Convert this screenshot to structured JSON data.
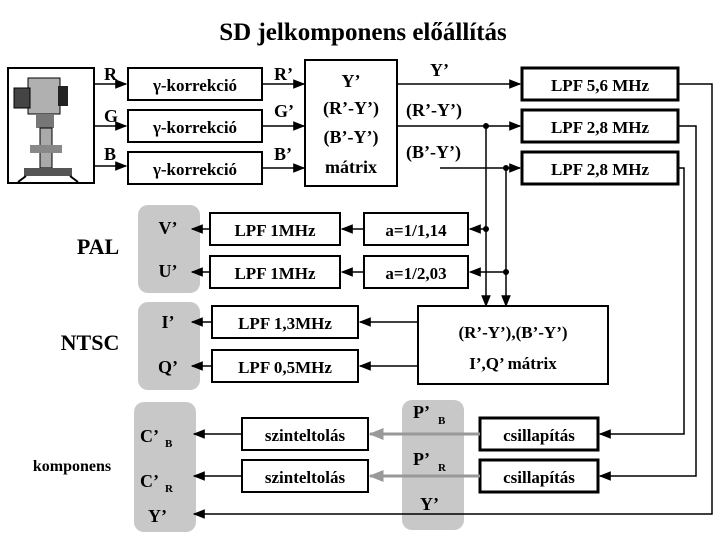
{
  "title": "SD jelkomponens előállítás",
  "inputs": [
    "R",
    "G",
    "B"
  ],
  "gamma_blocks": [
    "γ-korrekció",
    "γ-korrekció",
    "γ-korrekció"
  ],
  "gamma_outputs": [
    "R’",
    "G’",
    "B’"
  ],
  "matrix": {
    "lines": [
      "Y’",
      "(R’-Y’)",
      "(B’-Y’)",
      "mátrix"
    ]
  },
  "matrix_outputs": [
    "Y’",
    "(R’-Y’)",
    "(B’-Y’)"
  ],
  "lpf_main": [
    "LPF 5,6 MHz",
    "LPF 2,8 MHz",
    "LPF 2,8 MHz"
  ],
  "pal": {
    "label": "PAL",
    "outputs": [
      "V’",
      "U’"
    ],
    "lpf": [
      "LPF 1MHz",
      "LPF 1MHz"
    ],
    "attenuators": [
      "a=1/1,14",
      "a=1/2,03"
    ]
  },
  "ntsc": {
    "label": "NTSC",
    "outputs": [
      "I’",
      "Q’"
    ],
    "lpf": [
      "LPF 1,3MHz",
      "LPF 0,5MHz"
    ],
    "matrix_lines": [
      "(R’-Y’),(B’-Y’)",
      "I’,Q’ mátrix"
    ]
  },
  "komponens": {
    "label": "komponens",
    "outputs": [
      {
        "main": "C’",
        "sub": "B"
      },
      {
        "main": "C’",
        "sub": "R"
      },
      {
        "main": "Y’",
        "sub": ""
      }
    ],
    "shift_blocks": [
      "szinteltolás",
      "szinteltolás"
    ],
    "atten_blocks": [
      "csillapítás",
      "csillapítás"
    ],
    "p_labels": [
      {
        "main": "P’",
        "sub": "B"
      },
      {
        "main": "P’",
        "sub": "R"
      },
      {
        "main": "Y’",
        "sub": ""
      }
    ]
  }
}
